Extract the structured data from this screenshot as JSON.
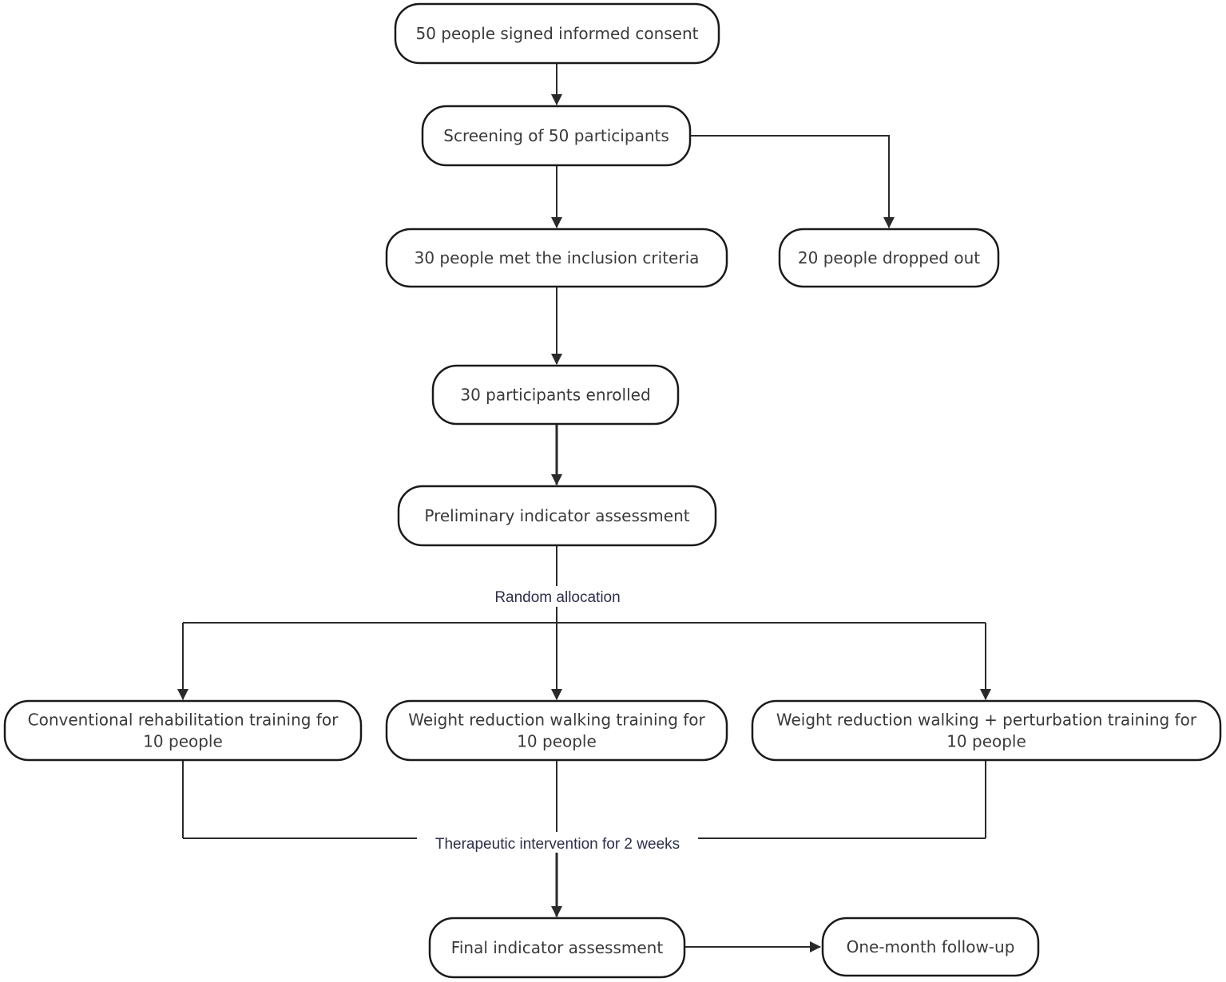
{
  "nodes": {
    "consent": [
      "50 people signed informed consent"
    ],
    "screening": [
      "Screening of 50 participants"
    ],
    "inclusion": [
      "30 people met the inclusion criteria"
    ],
    "dropped": [
      "20 people dropped out"
    ],
    "enrolled": [
      "30 participants enrolled"
    ],
    "preliminary": [
      "Preliminary indicator assessment"
    ],
    "conventional": [
      "Conventional rehabilitation training for",
      "10 people"
    ],
    "weight_walking": [
      "Weight reduction walking training for",
      "10 people"
    ],
    "weight_perturbation": [
      "Weight reduction walking + perturbation training for",
      "10 people"
    ],
    "final": [
      "Final indicator assessment"
    ],
    "followup": [
      "One-month follow-up"
    ]
  },
  "labels": {
    "random_allocation": "Random allocation",
    "intervention": "Therapeutic intervention for 2 weeks"
  },
  "colors": {
    "stroke": "#1a1a1a",
    "text": "#3a3a3a",
    "label_text": "#2c2f4a"
  }
}
